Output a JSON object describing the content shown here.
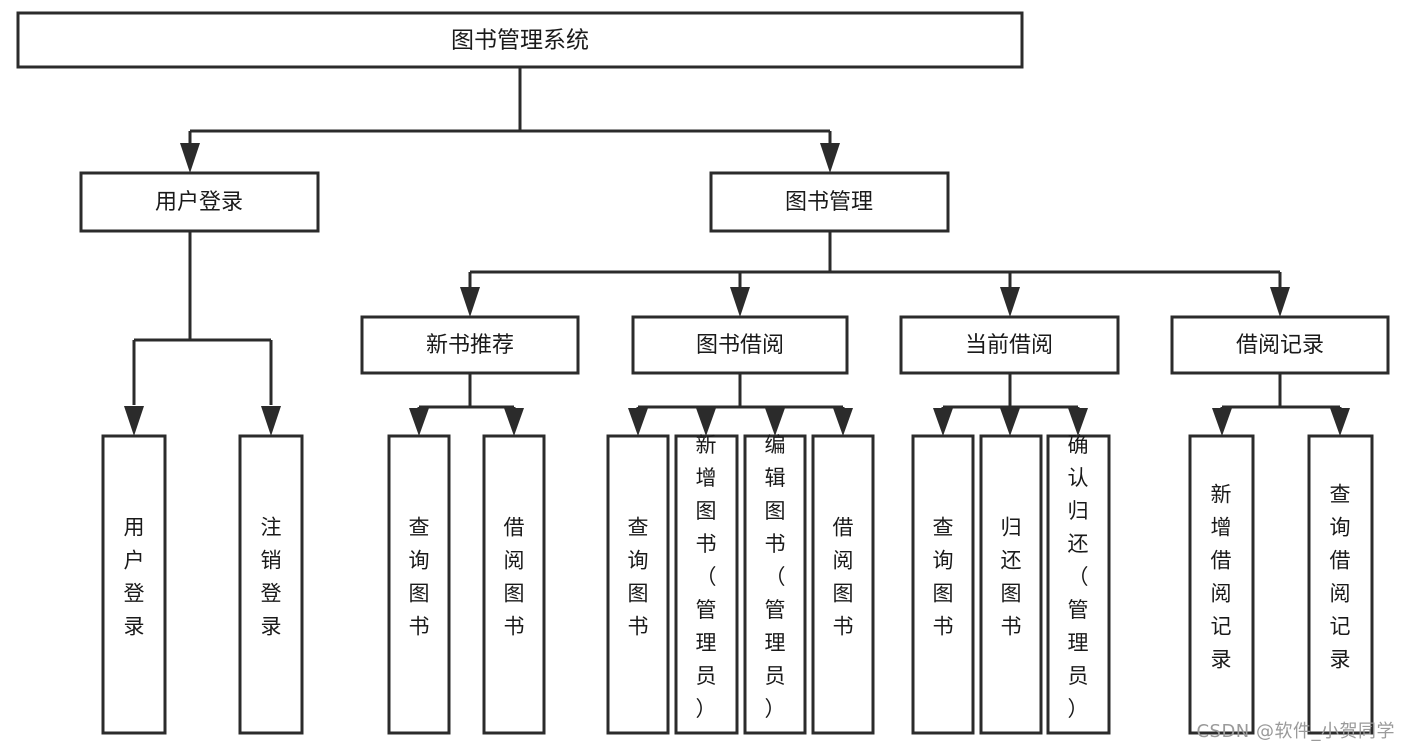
{
  "diagram": {
    "title": "图书管理系统",
    "type": "tree-hierarchy-diagram",
    "colors": {
      "background": "#ffffff",
      "box_stroke": "#2b2b2b",
      "box_fill": "#ffffff",
      "text": "#1a1a1a",
      "watermark": "#9a9a9a"
    },
    "root": {
      "label": "图书管理系统"
    },
    "level1": [
      {
        "label": "用户登录"
      },
      {
        "label": "图书管理"
      }
    ],
    "level2": [
      {
        "label": "新书推荐"
      },
      {
        "label": "图书借阅"
      },
      {
        "label": "当前借阅"
      },
      {
        "label": "借阅记录"
      }
    ],
    "leaves": {
      "user_login": [
        {
          "label": "用户登录"
        },
        {
          "label": "注销登录"
        }
      ],
      "new_book_recommend": [
        {
          "label": "查询图书"
        },
        {
          "label": "借阅图书"
        }
      ],
      "book_borrow": [
        {
          "label": "查询图书"
        },
        {
          "label": "新增图书（管理员）"
        },
        {
          "label": "编辑图书（管理员）"
        },
        {
          "label": "借阅图书"
        }
      ],
      "current_borrow": [
        {
          "label": "查询图书"
        },
        {
          "label": "归还图书"
        },
        {
          "label": "确认归还（管理员）"
        }
      ],
      "borrow_record": [
        {
          "label": "新增借阅记录"
        },
        {
          "label": "查询借阅记录"
        }
      ]
    },
    "watermark": "CSDN @软件_小贺同学"
  }
}
